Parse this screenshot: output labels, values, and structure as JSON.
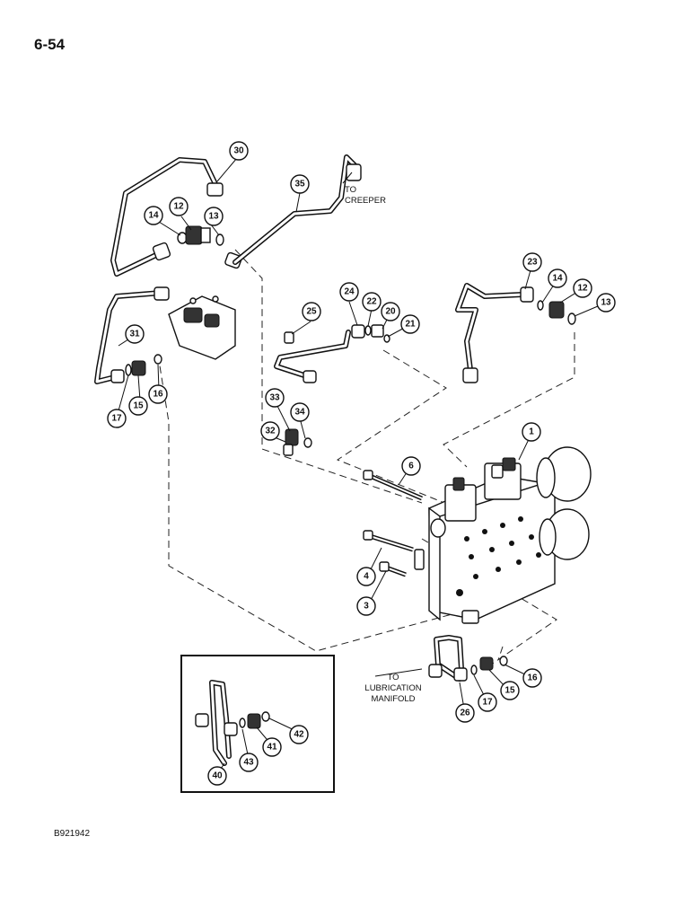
{
  "page_number": "6-54",
  "figure_code": "B921942",
  "annotations": {
    "to_creeper": [
      "TO",
      "CREEPER"
    ],
    "to_lubrication": [
      "TO",
      "LUBRICATION",
      "MANIFOLD"
    ]
  },
  "callouts": {
    "c1": "1",
    "c3": "3",
    "c4": "4",
    "c6": "6",
    "c12a": "12",
    "c12b": "12",
    "c13a": "13",
    "c13b": "13",
    "c14a": "14",
    "c14b": "14",
    "c15a": "15",
    "c15b": "15",
    "c16a": "16",
    "c16b": "16",
    "c17a": "17",
    "c17b": "17",
    "c20": "20",
    "c21": "21",
    "c22": "22",
    "c23": "23",
    "c24": "24",
    "c25": "25",
    "c26": "26",
    "c30": "30",
    "c31": "31",
    "c32": "32",
    "c33": "33",
    "c34": "34",
    "c35": "35",
    "c40": "40",
    "c41": "41",
    "c42": "42",
    "c43": "43"
  }
}
